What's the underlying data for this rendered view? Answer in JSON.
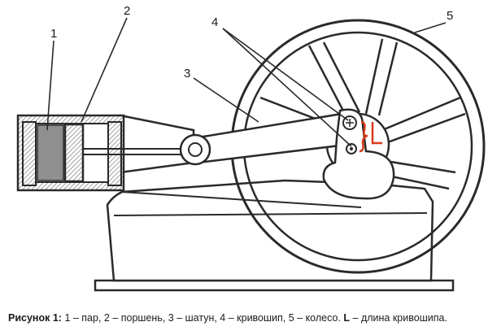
{
  "diagram": {
    "labels": {
      "n1": "1",
      "n2": "2",
      "n3": "3",
      "n4": "4",
      "n5": "5",
      "crank_length": "L"
    },
    "colors": {
      "line": "#2a2a2a",
      "hatch": "#888888",
      "steam": "#8f8f8f",
      "highlight": "#d93a1a"
    }
  },
  "caption": {
    "prefix": "Рисунок 1:",
    "text": " 1 – пар, 2 – поршень, 3 – шатун, 4 – кривошип, 5 – колесо. ",
    "bold_l": "L",
    "suffix": " – длина кривошипа."
  }
}
